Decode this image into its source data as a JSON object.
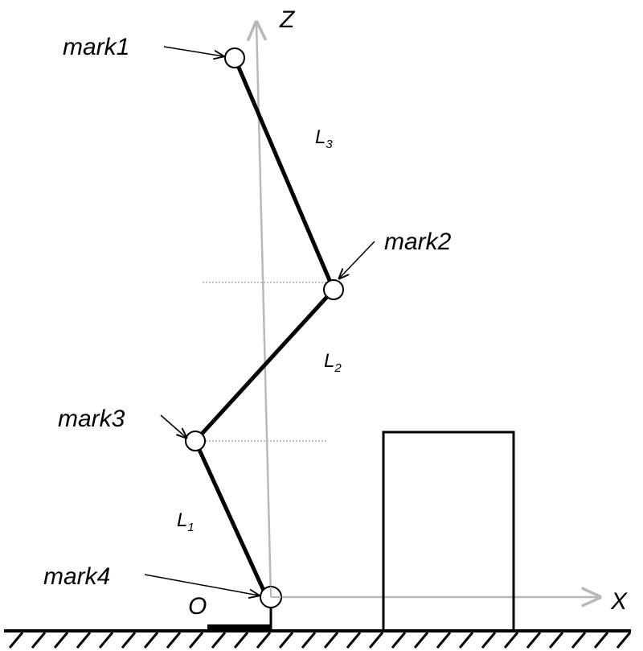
{
  "axes": {
    "z_label": "Z",
    "x_label": "X",
    "origin_label": "O",
    "axis_color": "#b8b8b8"
  },
  "markers": [
    {
      "label": "mark1"
    },
    {
      "label": "mark2"
    },
    {
      "label": "mark3"
    },
    {
      "label": "mark4"
    }
  ],
  "links": [
    {
      "letter": "L",
      "sub": "1"
    },
    {
      "letter": "L",
      "sub": "2"
    },
    {
      "letter": "L",
      "sub": "3"
    }
  ],
  "colors": {
    "ink": "#000000",
    "guide": "#9a9a9a"
  }
}
